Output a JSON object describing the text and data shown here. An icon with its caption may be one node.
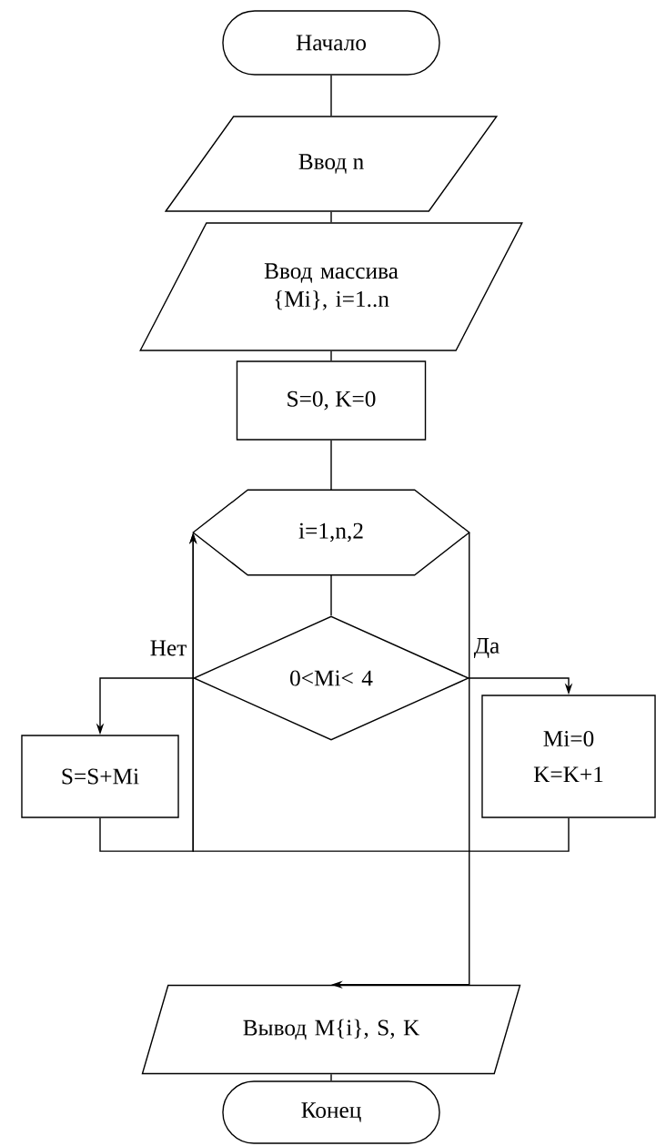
{
  "diagram": {
    "nodes": [
      {
        "text": [
          "Начало"
        ]
      },
      {
        "text": [
          "Ввод n"
        ]
      },
      {
        "text": [
          "Ввод массива {Mi}, i=1..n"
        ]
      },
      {
        "text": [
          "S=0, K=0"
        ]
      },
      {
        "text": [
          "i=1,n,2"
        ]
      },
      {
        "text": [
          "0<Mi< 4"
        ]
      },
      {
        "text": [
          "S=S+Mi"
        ]
      },
      {
        "text": [
          "Mi=0",
          "K=K+1"
        ]
      },
      {
        "text": [
          "Вывод M{i}, S, K"
        ]
      },
      {
        "text": [
          "Конец"
        ]
      }
    ],
    "edges": [
      {
        "from": 0,
        "to": 1,
        "arrow": "none"
      },
      {
        "from": 1,
        "to": 2,
        "arrow": "none"
      },
      {
        "from": 2,
        "to": 3,
        "arrow": "none"
      },
      {
        "from": 3,
        "to": 4,
        "arrow": "none"
      },
      {
        "from": 4,
        "to": 5,
        "arrow": "none"
      },
      {
        "from": 5,
        "to": 6,
        "arrow": "to",
        "label": "Нет"
      },
      {
        "from": 5,
        "to": 7,
        "arrow": "to",
        "label": "Да"
      },
      {
        "from": 6,
        "to": 4,
        "arrow": "to"
      },
      {
        "from": 7,
        "to": 4,
        "arrow": "to"
      },
      {
        "from": 4,
        "to": 8,
        "arrow": "to"
      },
      {
        "from": 8,
        "to": 9,
        "arrow": "none"
      }
    ]
  }
}
